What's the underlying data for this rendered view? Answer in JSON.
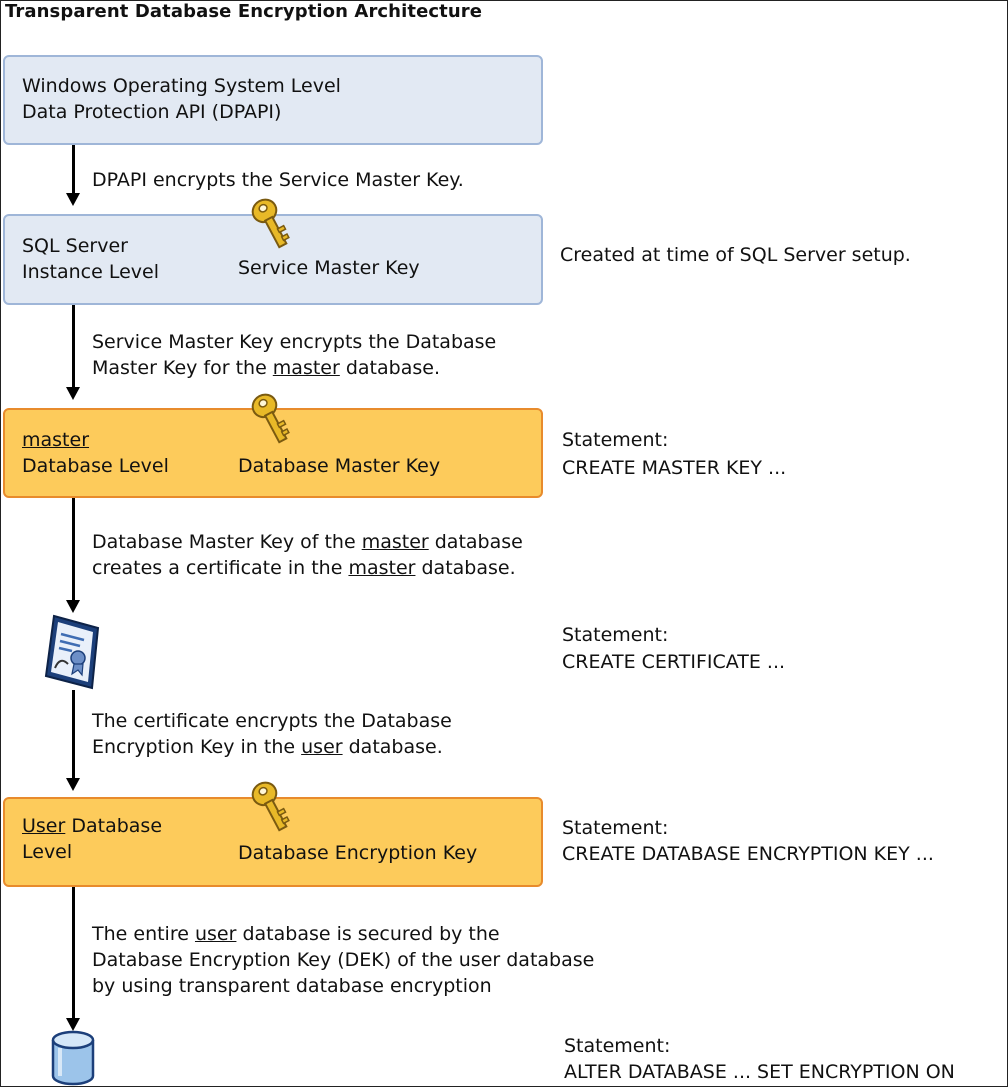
{
  "title": "Transparent Database Encryption Architecture",
  "levels": {
    "windows": {
      "line1": "Windows Operating System Level",
      "line2": "Data Protection API (DPAPI)"
    },
    "instance": {
      "line1": "SQL Server",
      "line2": "Instance Level",
      "key": "Service Master Key",
      "note": "Created at time of SQL Server setup."
    },
    "master_db": {
      "line1": "master",
      "line2": "Database Level",
      "key": "Database Master Key",
      "statement_label": "Statement:",
      "statement": "CREATE MASTER KEY ..."
    },
    "certificate": {
      "statement_label": "Statement:",
      "statement": "CREATE CERTIFICATE ..."
    },
    "user_db": {
      "line1_u": "User",
      "line1_rest": " Database",
      "line2": "Level",
      "key": "Database Encryption Key",
      "statement_label": "Statement:",
      "statement": "CREATE DATABASE ENCRYPTION KEY ..."
    },
    "database": {
      "statement_label": "Statement:",
      "statement": "ALTER DATABASE ... SET ENCRYPTION ON"
    }
  },
  "arrows": {
    "a1": "DPAPI encrypts the Service Master Key.",
    "a2_l1": "Service Master Key encrypts the Database",
    "a2_l2_pre": "Master Key for the ",
    "a2_l2_u": "master",
    "a2_l2_post": " database.",
    "a3_l1_pre": "Database Master Key of the ",
    "a3_l1_u": "master",
    "a3_l1_post": " database",
    "a3_l2_pre": "creates a certificate in the ",
    "a3_l2_u": "master",
    "a3_l2_post": " database.",
    "a4_l1": "The certificate encrypts the Database",
    "a4_l2_pre": "Encryption Key in the ",
    "a4_l2_u": "user",
    "a4_l2_post": " database.",
    "a5_l1_pre": "The entire ",
    "a5_l1_u": "user",
    "a5_l1_post": " database is secured by the",
    "a5_l2": "Database Encryption Key (DEK) of the user database",
    "a5_l3": "by using transparent database encryption"
  },
  "icons": [
    "key-icon",
    "certificate-icon",
    "database-icon"
  ],
  "colors": {
    "blue_fill": "#e2e9f3",
    "blue_border": "#9fb6d8",
    "orange_fill": "#fdcb5b",
    "orange_border": "#e88b2c",
    "key_gold": "#e8b928"
  }
}
